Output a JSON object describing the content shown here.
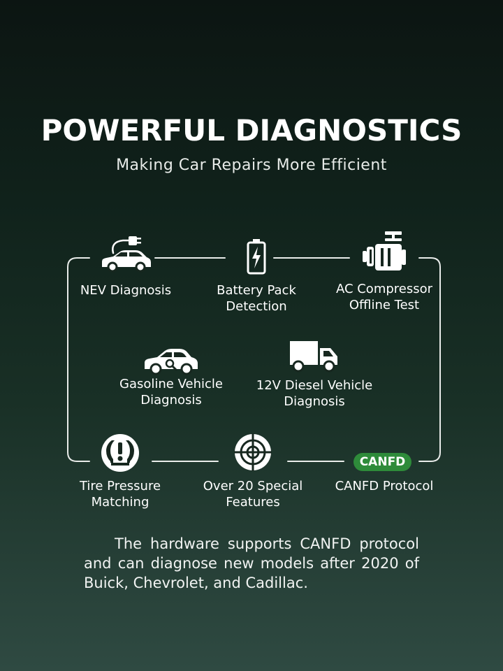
{
  "header": {
    "title": "POWERFUL DIAGNOSTICS",
    "subtitle": "Making Car Repairs More Efficient"
  },
  "features": [
    {
      "icon": "ev-car-icon",
      "label": "NEV Diagnosis"
    },
    {
      "icon": "battery-icon",
      "label": "Battery Pack\nDetection"
    },
    {
      "icon": "ac-compressor-icon",
      "label": "AC Compressor\nOffline Test"
    },
    {
      "icon": "car-search-icon",
      "label": "Gasoline Vehicle\nDiagnosis"
    },
    {
      "icon": "truck-icon",
      "label": "12V Diesel Vehicle\nDiagnosis"
    },
    {
      "icon": "tire-pressure-icon",
      "label": "Tire Pressure\nMatching"
    },
    {
      "icon": "crosshair-icon",
      "label": "Over 20 Special\nFeatures"
    },
    {
      "icon": "canfd-badge",
      "label": "CANFD Protocol",
      "badge_text": "CANFD"
    }
  ],
  "description": "The hardware supports CANFD protocol and can diagnose new models after 2020 of Buick, Chevrolet, and Cadillac.",
  "colors": {
    "background_top": "#0c1512",
    "background_bottom": "#2f4a42",
    "badge_green": "#2e8b3a",
    "text": "#ffffff"
  }
}
